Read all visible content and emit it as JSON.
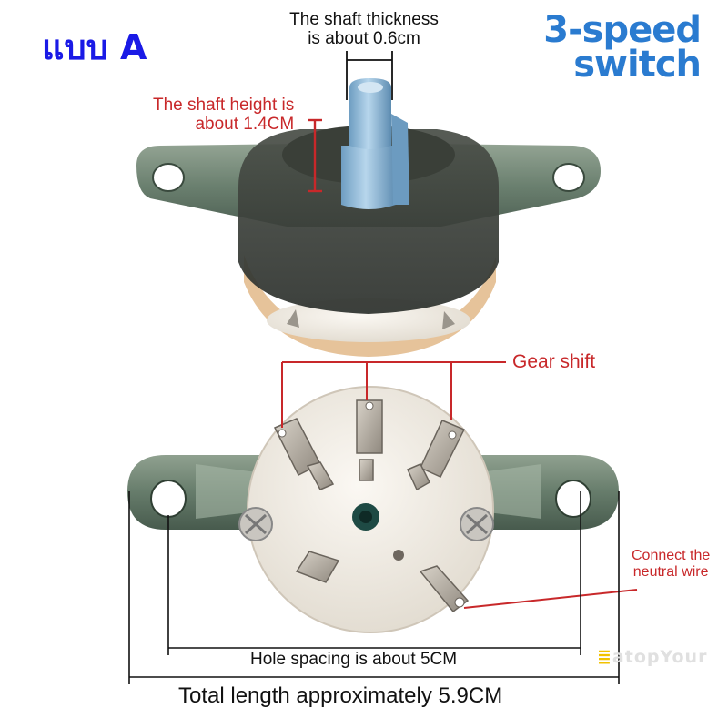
{
  "title": "แบบ A",
  "brand": {
    "line1": "3-speed",
    "line2": "switch"
  },
  "annotations": {
    "shaft_thickness": [
      "The shaft thickness",
      "is about 0.6cm"
    ],
    "shaft_height": [
      "The shaft height is",
      "about 1.4CM"
    ],
    "gear_shift": "Gear shift",
    "neutral_wire": [
      "Connect the",
      "neutral wire"
    ],
    "hole_spacing": "Hole spacing is about 5CM",
    "total_length": "Total length approximately 5.9CM"
  },
  "watermark": {
    "mark": "≣",
    "text": "atopYour"
  },
  "colors": {
    "title": "#1a1ae6",
    "brand": "#2a7bd0",
    "annotation_red": "#c8282a",
    "bracket_green": "#5e7563",
    "shaft_blue": "#8cb8d8",
    "ceramic": "#f4f0ea"
  }
}
